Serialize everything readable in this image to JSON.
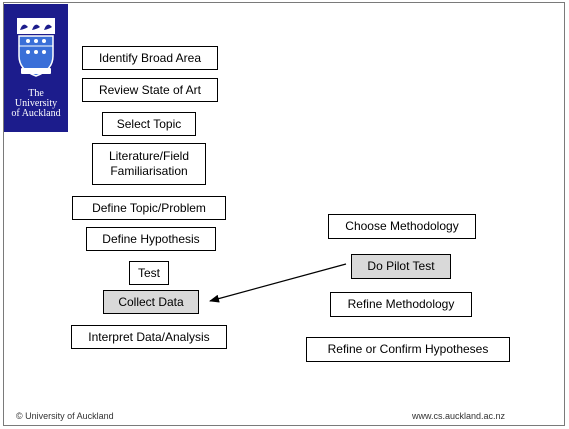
{
  "logo": {
    "lines": [
      "The",
      "University",
      "of Auckland"
    ]
  },
  "left_steps": [
    "Identify Broad Area",
    "Review State of Art",
    "Select Topic",
    "Literature/Field Familiarisation",
    "Define Topic/Problem",
    "Define Hypothesis",
    "Test",
    "Collect Data",
    "Interpret Data/Analysis"
  ],
  "right_steps": [
    "Choose Methodology",
    "Do Pilot Test",
    "Refine Methodology",
    "Refine or Confirm Hypotheses"
  ],
  "literature_lines": [
    "Literature/Field",
    "Familiarisation"
  ],
  "highlight_color": "#d9d9d9",
  "footer": {
    "left": "© University of Auckland",
    "right": "www.cs.auckland.ac.nz"
  }
}
